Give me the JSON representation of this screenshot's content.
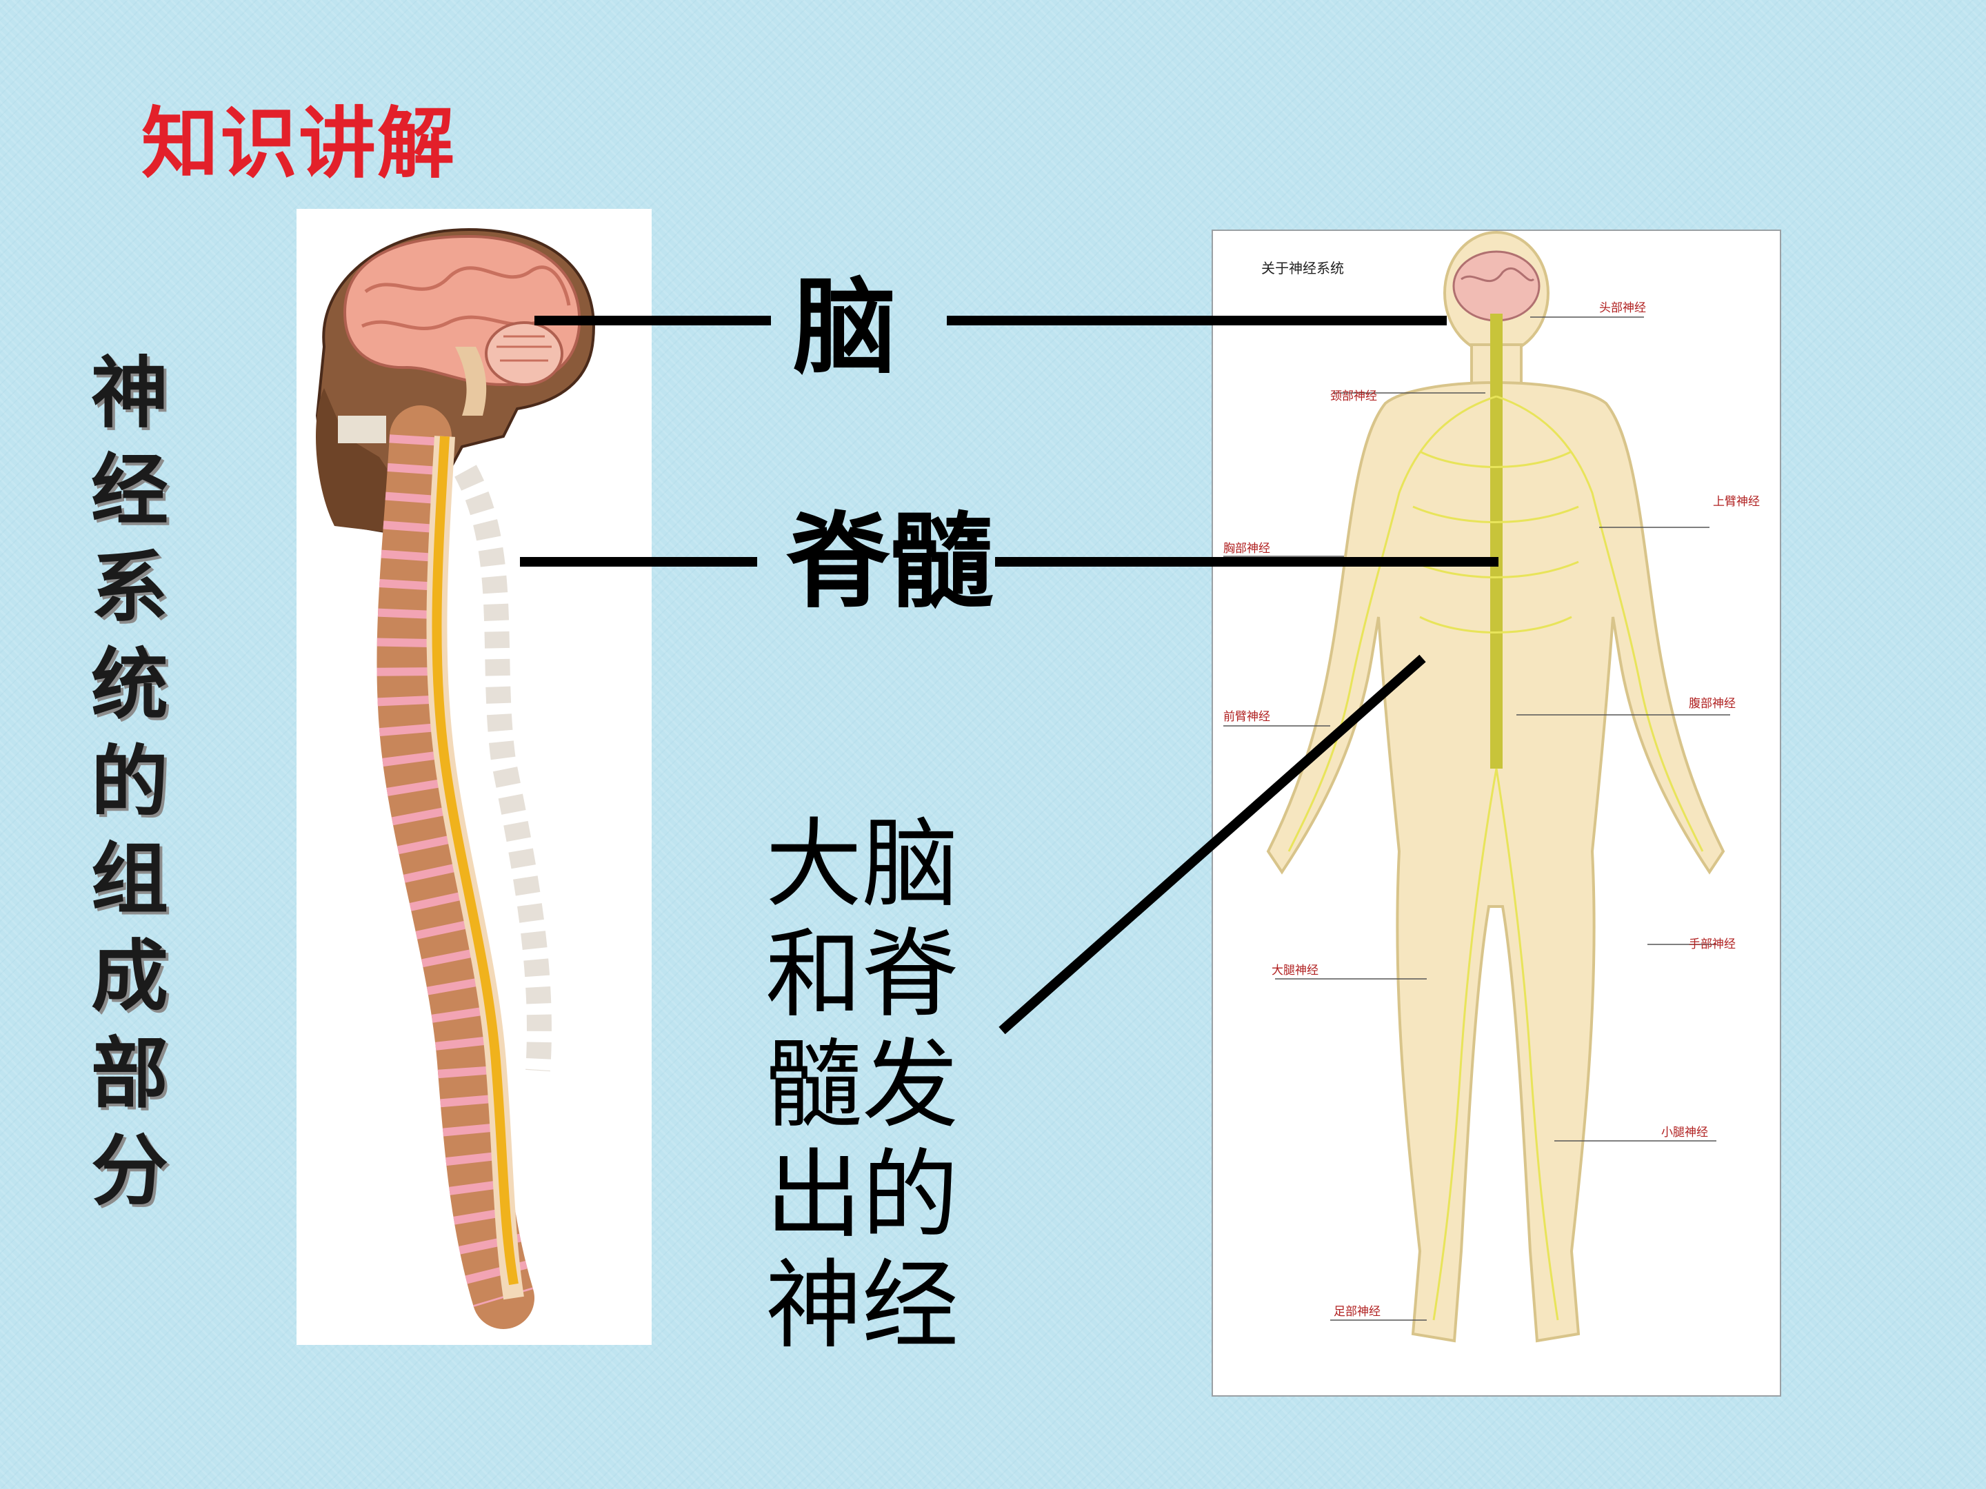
{
  "slide": {
    "title": "知识讲解",
    "vertical_title": [
      "神",
      "经",
      "系",
      "统",
      "的",
      "组",
      "成",
      "部",
      "分"
    ]
  },
  "labels": {
    "brain": "脑",
    "spinal_cord": "脊髓",
    "nerves": "大脑和脊髓发出的神经"
  },
  "right_figure": {
    "title": "关于神经系统",
    "nerve_labels": {
      "head": "头部神经",
      "neck": "颈部神经",
      "upper_arm": "上臂神经",
      "chest": "胸部神经",
      "abdomen": "腹部神经",
      "forearm": "前臂神经",
      "hand": "手部神经",
      "thigh": "大腿神经",
      "calf": "小腿神经",
      "foot": "足部神经"
    }
  },
  "colors": {
    "title_red": "#e3202a",
    "background": "#bfe4f0",
    "nerve_yellow": "#e8e45a",
    "bone": "#c8865a",
    "disc_pink": "#f2a4b4",
    "cord_gold": "#f0b21c"
  }
}
